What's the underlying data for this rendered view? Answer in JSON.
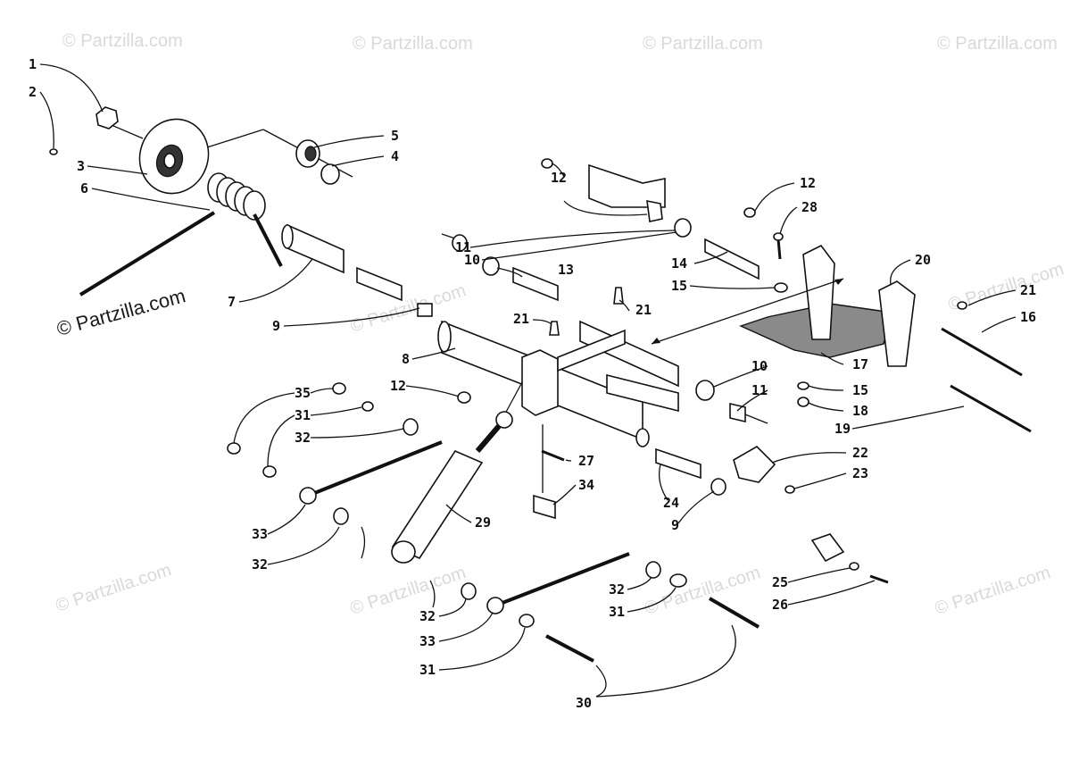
{
  "watermarks": {
    "main": "© Partzilla.com",
    "faint": "© Partzilla.com"
  },
  "callouts": [
    "1",
    "2",
    "3",
    "4",
    "5",
    "6",
    "7",
    "8",
    "9",
    "9",
    "10",
    "10",
    "11",
    "11",
    "12",
    "12",
    "12",
    "13",
    "14",
    "15",
    "15",
    "16",
    "17",
    "18",
    "19",
    "20",
    "21",
    "21",
    "21",
    "22",
    "23",
    "24",
    "25",
    "26",
    "27",
    "28",
    "29",
    "30",
    "31",
    "31",
    "31",
    "32",
    "32",
    "32",
    "32",
    "33",
    "33",
    "34",
    "35"
  ]
}
